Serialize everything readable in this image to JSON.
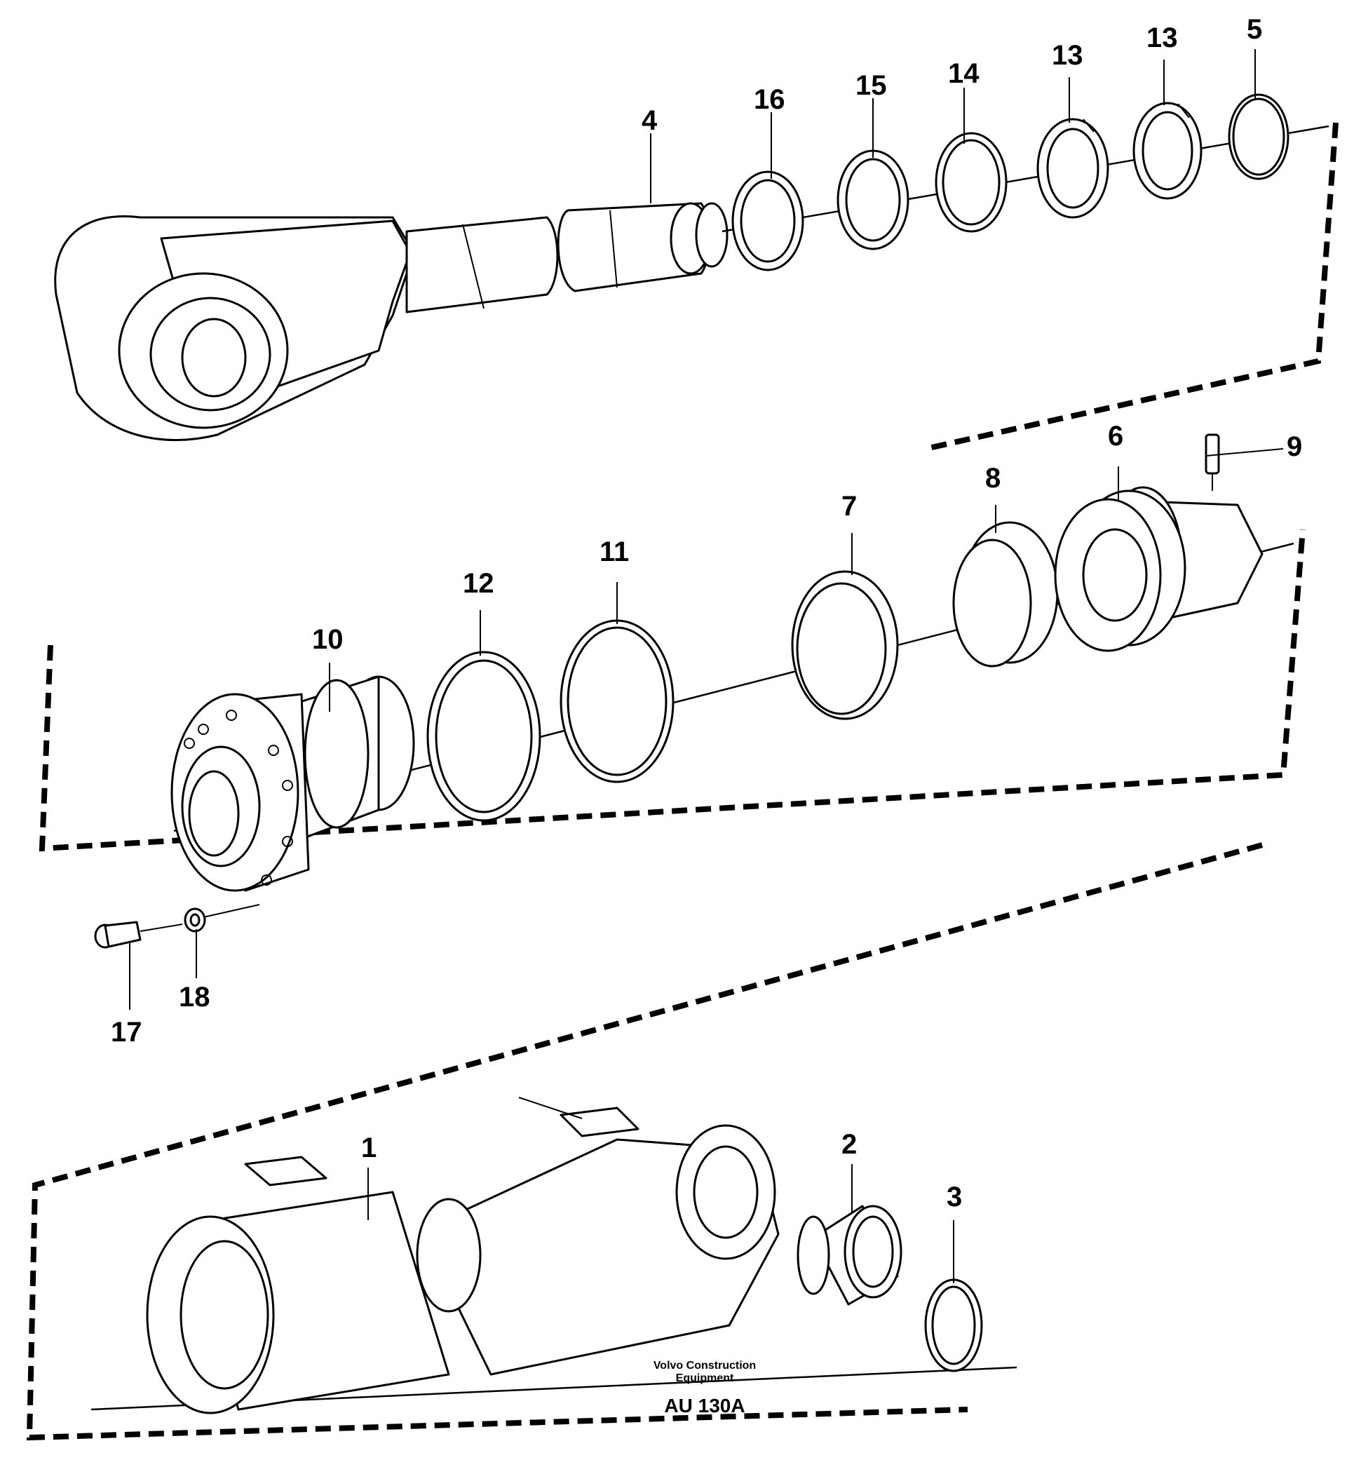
{
  "figure": {
    "credit_line1": "Volvo Construction",
    "credit_line2": "Equipment",
    "code": "AU 130A"
  },
  "callouts": {
    "c1": "1",
    "c2": "2",
    "c3": "3",
    "c4": "4",
    "c5": "5",
    "c6": "6",
    "c7": "7",
    "c8": "8",
    "c9": "9",
    "c10": "10",
    "c11": "11",
    "c12": "12",
    "c13a": "13",
    "c13b": "13",
    "c14": "14",
    "c15": "15",
    "c16": "16",
    "c17": "17",
    "c18": "18"
  }
}
